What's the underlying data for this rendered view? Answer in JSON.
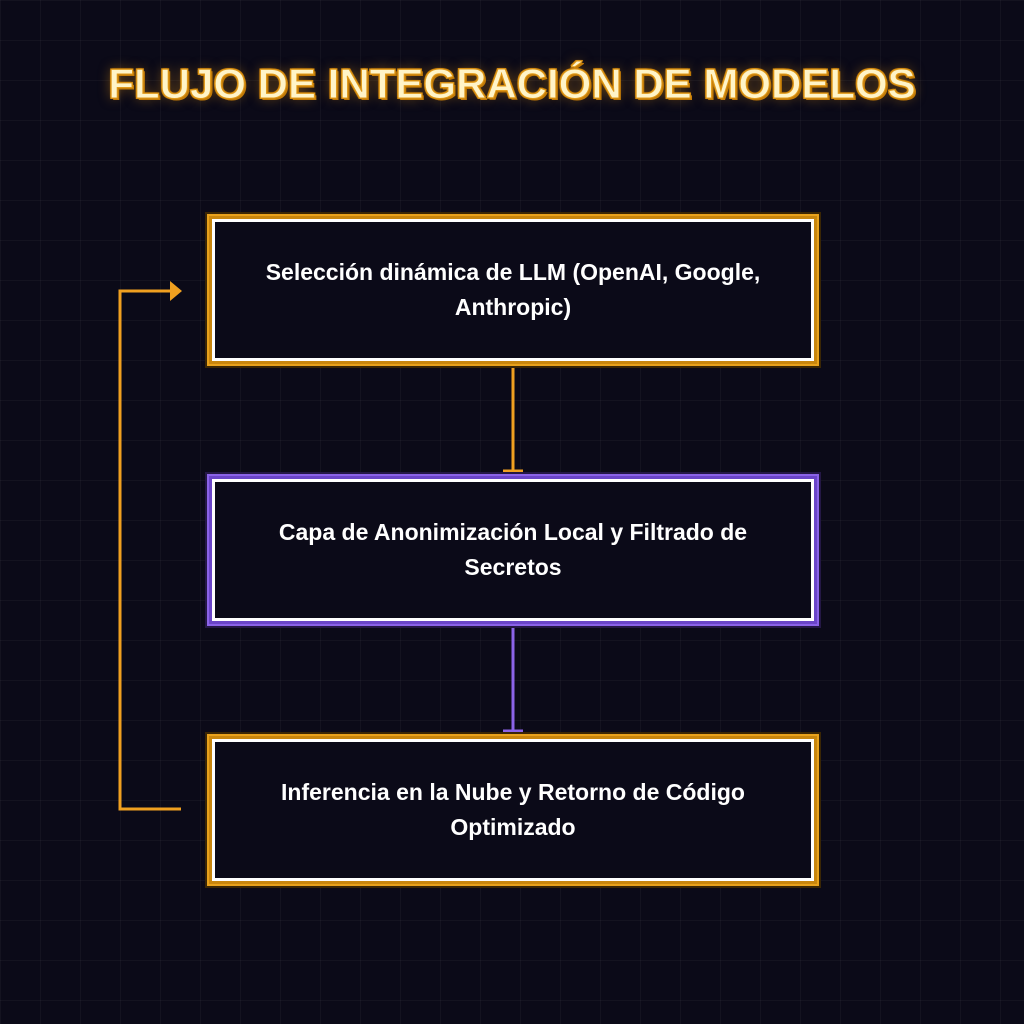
{
  "diagram": {
    "title": "FLUJO DE INTEGRACIÓN DE MODELOS",
    "nodes": [
      {
        "id": "llm-selection",
        "label": "Selección dinámica de LLM (OpenAI, Google, Anthropic)",
        "accent": "#e9a21c"
      },
      {
        "id": "anonymization",
        "label": "Capa de Anonimización Local y Filtrado de Secretos",
        "accent": "#8b63e8"
      },
      {
        "id": "inference",
        "label": "Inferencia en la Nube y Retorno de Código Optimizado",
        "accent": "#e9a21c"
      }
    ],
    "edges": [
      {
        "from": "llm-selection",
        "to": "anonymization",
        "color": "#f0a020"
      },
      {
        "from": "anonymization",
        "to": "inference",
        "color": "#8b63e8"
      },
      {
        "from": "inference",
        "to": "llm-selection",
        "color": "#f0a020"
      }
    ]
  }
}
